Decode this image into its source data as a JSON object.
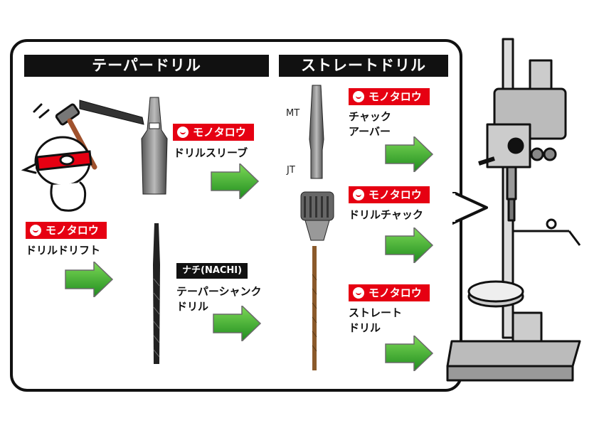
{
  "headings": {
    "taper_drill": "テーパードリル",
    "straight_drill": "ストレートドリル"
  },
  "brand": {
    "name": "モノタロウ"
  },
  "items": {
    "drill_sleeve": "ドリルスリーブ",
    "drill_drift": "ドリルドリフト",
    "nachi_tag": "ナチ(NACHI)",
    "taper_shank_drill": "テーパーシャンク\nドリル",
    "chuck_arbor": "チャック\nアーバー",
    "drill_chuck": "ドリルチャック",
    "straight_drill": "ストレート\nドリル"
  },
  "arbor_labels": {
    "mt": "MT",
    "jt": "JT"
  },
  "colors": {
    "brand_red": "#e60012",
    "arrow_green": "#2fa82f",
    "heading_black": "#111111"
  }
}
